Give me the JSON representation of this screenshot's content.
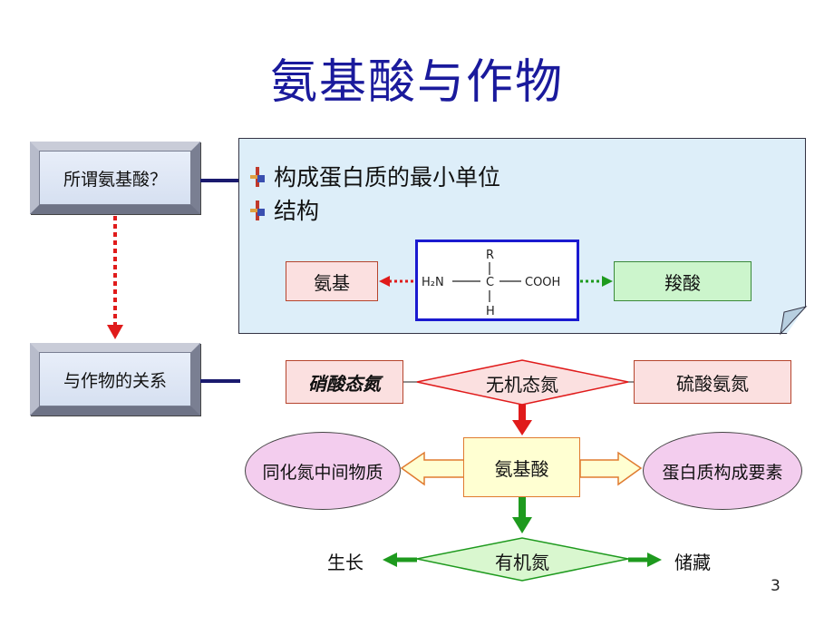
{
  "title": "氨基酸与作物",
  "left_boxes": {
    "q1": "所谓氨基酸？",
    "q2": "与作物的关系"
  },
  "note": {
    "bullets": [
      "构成蛋白质的最小单位",
      "结构"
    ]
  },
  "structure": {
    "amino": "氨基",
    "carboxyl": "羧酸",
    "formula": {
      "r": "R",
      "h2n": "H₂N",
      "c": "C",
      "cooh": "COOH",
      "h": "H"
    }
  },
  "relation": {
    "nitrate": "硝酸态氮",
    "inorganic": "无机态氮",
    "ammonium_sulfate": "硫酸氨氮",
    "amino_acid": "氨基酸",
    "assimilation": "同化氮中间物质",
    "protein": "蛋白质构成要素",
    "organic": "有机氮",
    "growth": "生长",
    "storage": "储藏"
  },
  "page_number": "3",
  "colors": {
    "title": "#1a1a9c",
    "note_bg": "#ddeef9",
    "pink_box": "#fbe0e0",
    "green_box": "#ccf5cc",
    "diamond_pink": "#fbe0e0",
    "diamond_green": "#d9f7cf",
    "amino_box": "#ffffd2",
    "ellipse": "#f3cdee",
    "red_arrow": "#e01b1b",
    "green_arrow": "#1e9a1e"
  }
}
